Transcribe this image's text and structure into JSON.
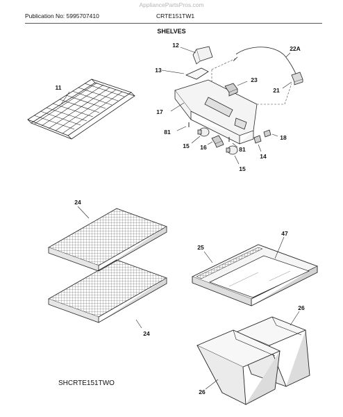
{
  "header": {
    "watermark": "AppliancePartsPros.com",
    "publication": "Publication No: 5995707410",
    "model": "CRTE151TW1",
    "section": "SHELVES"
  },
  "callouts": {
    "p12": "12",
    "p13": "13",
    "p22a": "22A",
    "p23": "23",
    "p21": "21",
    "p11": "11",
    "p17": "17",
    "p81a": "81",
    "p81b": "81",
    "p15a": "15",
    "p16": "16",
    "p18": "18",
    "p14": "14",
    "p15b": "15",
    "p24a": "24",
    "p24b": "24",
    "p25": "25",
    "p47": "47",
    "p26a": "26",
    "p26b": "26"
  },
  "footer": {
    "code": "SHCRTE151TWO"
  },
  "colors": {
    "line": "#222222",
    "shade": "#d9d9d9",
    "watermark": "#b4b4b4"
  }
}
